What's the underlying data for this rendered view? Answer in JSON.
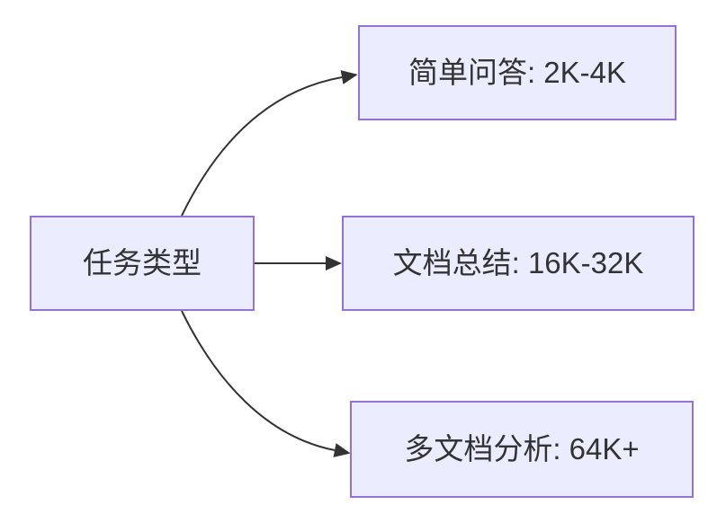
{
  "diagram": {
    "type": "flowchart-left-to-right",
    "colors": {
      "background": "#ffffff",
      "node_fill": "#ECECFF",
      "node_border": "#9370DB",
      "arrow": "#333333",
      "text": "#333333"
    },
    "nodes": {
      "root": {
        "label": "任务类型"
      },
      "simple_qa": {
        "label": "简单问答: 2K-4K"
      },
      "doc_summary": {
        "label": "文档总结: 16K-32K"
      },
      "multi_doc": {
        "label": "多文档分析: 64K+"
      }
    },
    "edges": [
      {
        "from": "任务类型",
        "to": "简单问答: 2K-4K"
      },
      {
        "from": "任务类型",
        "to": "文档总结: 16K-32K"
      },
      {
        "from": "任务类型",
        "to": "多文档分析: 64K+"
      }
    ]
  }
}
